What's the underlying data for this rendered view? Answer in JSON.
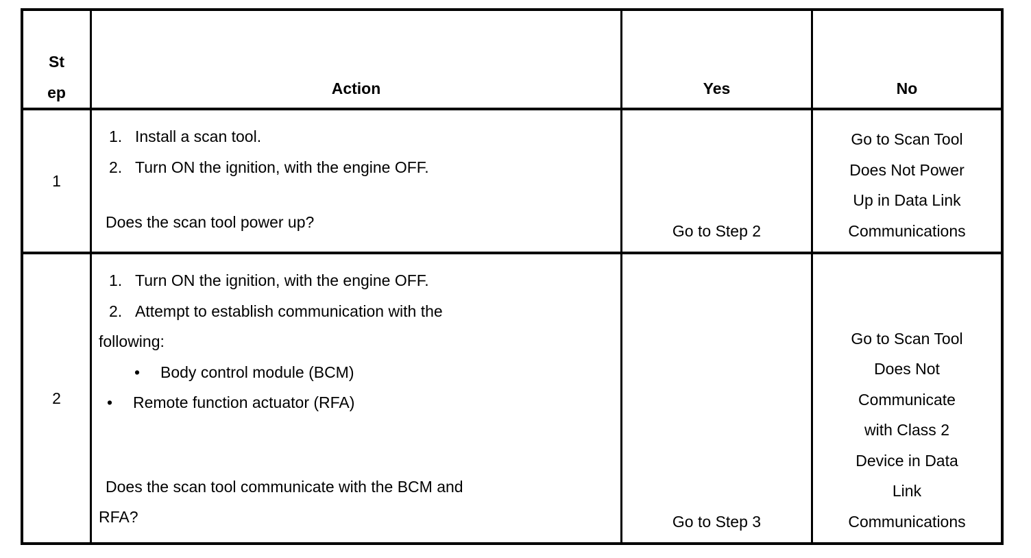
{
  "table": {
    "headers": {
      "step_lines": [
        "St",
        "ep"
      ],
      "action": "Action",
      "yes": "Yes",
      "no": "No"
    },
    "bullet_char": "•",
    "rows": [
      {
        "step": "1",
        "action": {
          "items": [
            {
              "num": "1.",
              "text": "Install a scan tool."
            },
            {
              "num": "2.",
              "text": "Turn ON the ignition, with the engine OFF."
            }
          ],
          "question_lines": [
            "Does the scan tool power up?"
          ]
        },
        "yes": "Go to Step 2",
        "no_lines": [
          "Go to Scan Tool",
          "Does Not Power",
          "Up in Data Link",
          "Communications"
        ]
      },
      {
        "step": "2",
        "action": {
          "items": [
            {
              "num": "1.",
              "text": "Turn ON the ignition, with the engine OFF."
            },
            {
              "num": "2.",
              "text": "Attempt to establish communication with the"
            }
          ],
          "continuation": "following:",
          "bullets": [
            {
              "text": "Body control module (BCM)"
            },
            {
              "text": "Remote function actuator (RFA)"
            }
          ],
          "question_lines": [
            "Does the scan tool communicate with the BCM and",
            "RFA?"
          ]
        },
        "yes": "Go to Step 3",
        "no_lines": [
          "Go to Scan Tool",
          "Does Not",
          "Communicate",
          "with Class 2",
          "Device in Data",
          "Link",
          "Communications"
        ]
      }
    ]
  }
}
